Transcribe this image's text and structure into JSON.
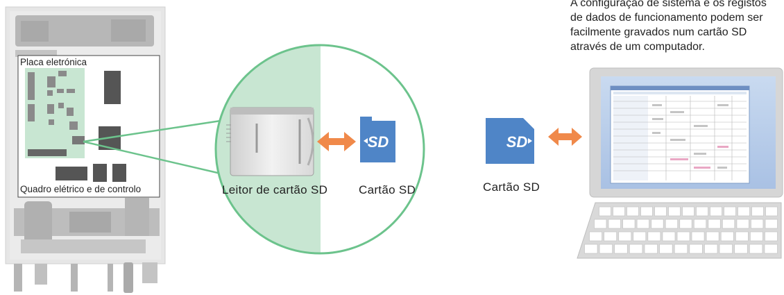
{
  "description_lines": [
    "A configuração de sistema e os registos",
    "de dados de funcionamento podem ser",
    "facilmente gravados num cartão SD",
    "através de um computador."
  ],
  "labels": {
    "circuit_board": "Placa eletrónica",
    "control_box": "Quadro elétrico e de controlo",
    "sd_reader": "Leitor de cartão SD",
    "sd_card_left": "Cartão SD",
    "sd_card_right": "Cartão SD"
  },
  "sd_card_glyph": "SD",
  "colors": {
    "unit_body": "#e3e3e3",
    "unit_parts": "#b9b9b9",
    "board_green": "#c8e6d2",
    "circle_border": "#6cc38c",
    "sd_blue": "#4f85c7",
    "arrow_orange": "#f0894a",
    "monitor_frame": "#d9d9d9",
    "screen_blue": "#b8cdea"
  },
  "icons": [
    "outdoor-unit-icon",
    "sd-card-reader-icon",
    "sd-card-icon",
    "double-arrow-icon",
    "computer-icon",
    "keyboard-icon"
  ]
}
